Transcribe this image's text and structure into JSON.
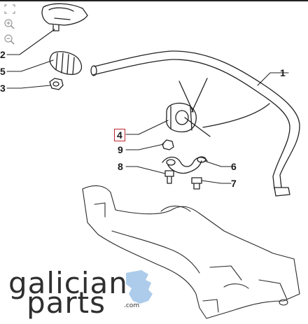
{
  "viewer": {
    "tools": [
      {
        "icon": "fit-to-screen-icon"
      },
      {
        "icon": "zoom-in-icon"
      },
      {
        "icon": "zoom-out-icon"
      }
    ]
  },
  "callouts": [
    "1",
    "2",
    "3",
    "4",
    "5",
    "6",
    "7",
    "8",
    "9"
  ],
  "highlighted_callout": "4",
  "colors": {
    "highlight": "#c0262d",
    "line": "#222222",
    "logo_map": "#9fc3e7"
  },
  "watermark": {
    "word1": "galician",
    "word2": "parts",
    "suffix": ".com"
  }
}
